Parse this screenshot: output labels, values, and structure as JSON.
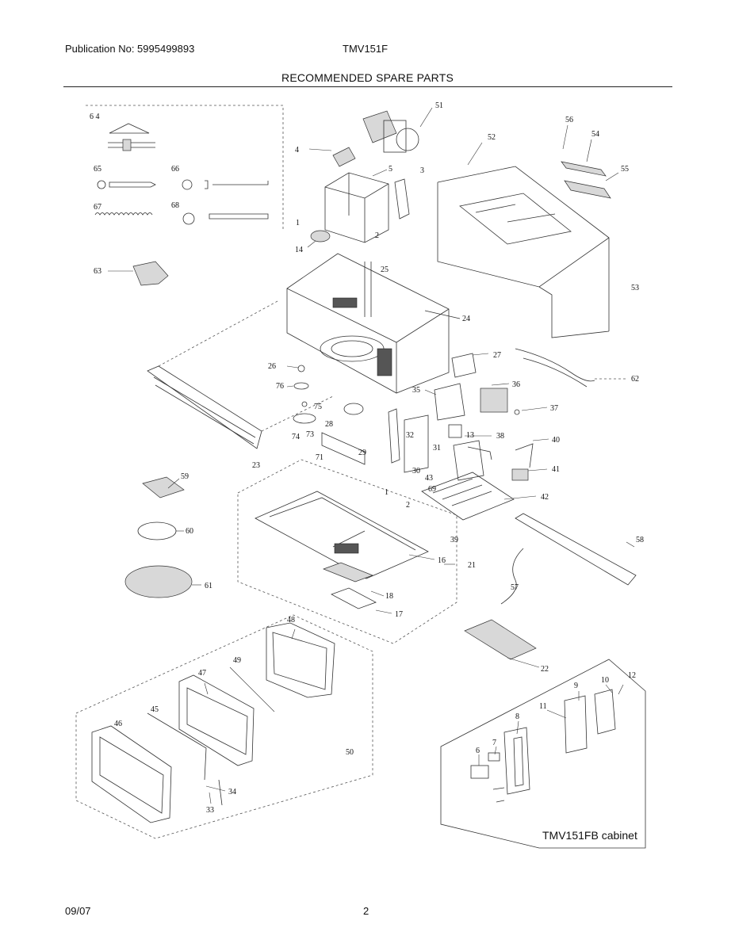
{
  "header": {
    "publication": "Publication No: 5995499893",
    "model": "TMV151F",
    "title": "RECOMMENDED SPARE PARTS"
  },
  "diagram": {
    "callouts": [
      {
        "id": "c64",
        "label": "6 4"
      },
      {
        "id": "c65",
        "label": "65"
      },
      {
        "id": "c66",
        "label": "66"
      },
      {
        "id": "c67",
        "label": "67"
      },
      {
        "id": "c68",
        "label": "68"
      },
      {
        "id": "c63",
        "label": "63"
      },
      {
        "id": "c51",
        "label": "51"
      },
      {
        "id": "c52",
        "label": "52"
      },
      {
        "id": "c4",
        "label": "4"
      },
      {
        "id": "c5",
        "label": "5"
      },
      {
        "id": "c3",
        "label": "3"
      },
      {
        "id": "c1a",
        "label": "1"
      },
      {
        "id": "c2a",
        "label": "2"
      },
      {
        "id": "c14",
        "label": "14"
      },
      {
        "id": "c56",
        "label": "56"
      },
      {
        "id": "c54",
        "label": "54"
      },
      {
        "id": "c55",
        "label": "55"
      },
      {
        "id": "c53",
        "label": "53"
      },
      {
        "id": "c25",
        "label": "25"
      },
      {
        "id": "c24",
        "label": "24"
      },
      {
        "id": "c27",
        "label": "27"
      },
      {
        "id": "c62",
        "label": "62"
      },
      {
        "id": "c26",
        "label": "26"
      },
      {
        "id": "c76",
        "label": "76"
      },
      {
        "id": "c75",
        "label": "75"
      },
      {
        "id": "c74",
        "label": "74"
      },
      {
        "id": "c73",
        "label": "73"
      },
      {
        "id": "c28",
        "label": "28"
      },
      {
        "id": "c23",
        "label": "23"
      },
      {
        "id": "c71",
        "label": "71"
      },
      {
        "id": "c29",
        "label": "29"
      },
      {
        "id": "c32",
        "label": "32"
      },
      {
        "id": "c31",
        "label": "31"
      },
      {
        "id": "c30",
        "label": "30"
      },
      {
        "id": "c35",
        "label": "35"
      },
      {
        "id": "c36",
        "label": "36"
      },
      {
        "id": "c37",
        "label": "37"
      },
      {
        "id": "c13",
        "label": "13"
      },
      {
        "id": "c38",
        "label": "38"
      },
      {
        "id": "c40",
        "label": "40"
      },
      {
        "id": "c41",
        "label": "41"
      },
      {
        "id": "c43",
        "label": "43"
      },
      {
        "id": "c69",
        "label": "69"
      },
      {
        "id": "c42",
        "label": "42"
      },
      {
        "id": "c39",
        "label": "39"
      },
      {
        "id": "c58",
        "label": "58"
      },
      {
        "id": "c59",
        "label": "59"
      },
      {
        "id": "c60",
        "label": "60"
      },
      {
        "id": "c61",
        "label": "61"
      },
      {
        "id": "c1b",
        "label": "1"
      },
      {
        "id": "c2b",
        "label": "2"
      },
      {
        "id": "c16",
        "label": "16"
      },
      {
        "id": "c21",
        "label": "21"
      },
      {
        "id": "c18",
        "label": "18"
      },
      {
        "id": "c17",
        "label": "17"
      },
      {
        "id": "c57",
        "label": "57"
      },
      {
        "id": "c22",
        "label": "22"
      },
      {
        "id": "c48",
        "label": "48"
      },
      {
        "id": "c49",
        "label": "49"
      },
      {
        "id": "c47",
        "label": "47"
      },
      {
        "id": "c45",
        "label": "45"
      },
      {
        "id": "c46",
        "label": "46"
      },
      {
        "id": "c50",
        "label": "50"
      },
      {
        "id": "c34",
        "label": "34"
      },
      {
        "id": "c33",
        "label": "33"
      },
      {
        "id": "c12",
        "label": "12"
      },
      {
        "id": "c10",
        "label": "10"
      },
      {
        "id": "c9",
        "label": "9"
      },
      {
        "id": "c11",
        "label": "11"
      },
      {
        "id": "c8",
        "label": "8"
      },
      {
        "id": "c7",
        "label": "7"
      },
      {
        "id": "c6",
        "label": "6"
      }
    ],
    "cabinet_label": "TMV151FB cabinet"
  },
  "footer": {
    "date": "09/07",
    "page": "2"
  }
}
